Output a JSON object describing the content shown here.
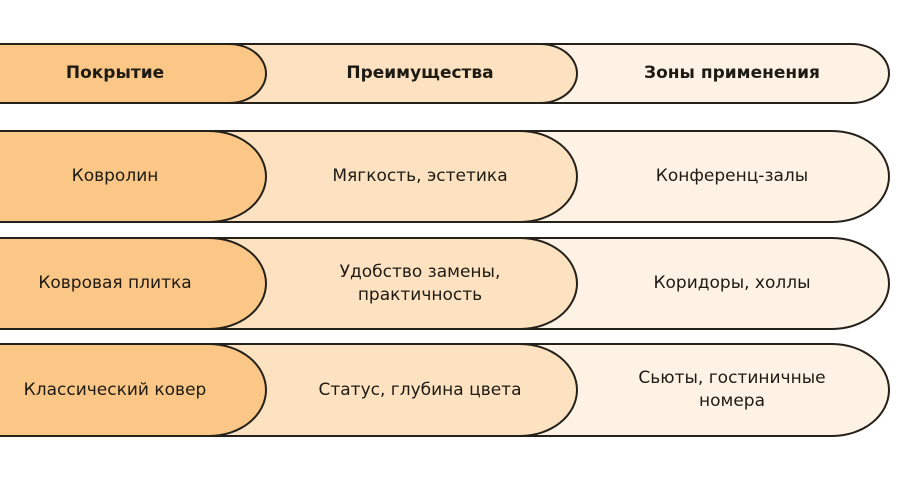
{
  "table": {
    "columns": [
      {
        "id": "coating",
        "header": "Покрытие"
      },
      {
        "id": "advantages",
        "header": "Преимущества"
      },
      {
        "id": "zones",
        "header": "Зоны применения"
      }
    ],
    "rows": [
      {
        "coating": "Ковролин",
        "advantages": "Мягкость, эстетика",
        "zones": "Конференц-залы"
      },
      {
        "coating": "Ковровая плитка",
        "advantages": "Удобство замены, практичность",
        "zones": "Коридоры, холлы"
      },
      {
        "coating": "Классический ковер",
        "advantages": "Статус, глубина цвета",
        "zones": "Сьюты, гостиничные номера"
      }
    ]
  },
  "colors": {
    "background": "#FFFFFF",
    "column1_fill": "#FAC787",
    "column2_fill": "#FCE2C0",
    "column3_fill": "#FDF2E4",
    "outline": "#24201A",
    "text": "#1E1A14"
  }
}
